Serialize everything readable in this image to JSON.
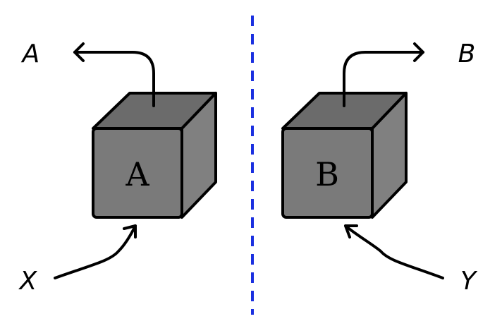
{
  "colors": {
    "cube_front": "#7a7a7a",
    "cube_top": "#6b6b6b",
    "cube_side": "#808080",
    "outline": "#000000",
    "divider": "#1a2fe0"
  },
  "divider": {
    "style": "dashed"
  },
  "left_box": {
    "label": "A",
    "output_label": "A",
    "input_label": "X"
  },
  "right_box": {
    "label": "B",
    "output_label": "B",
    "input_label": "Y"
  }
}
